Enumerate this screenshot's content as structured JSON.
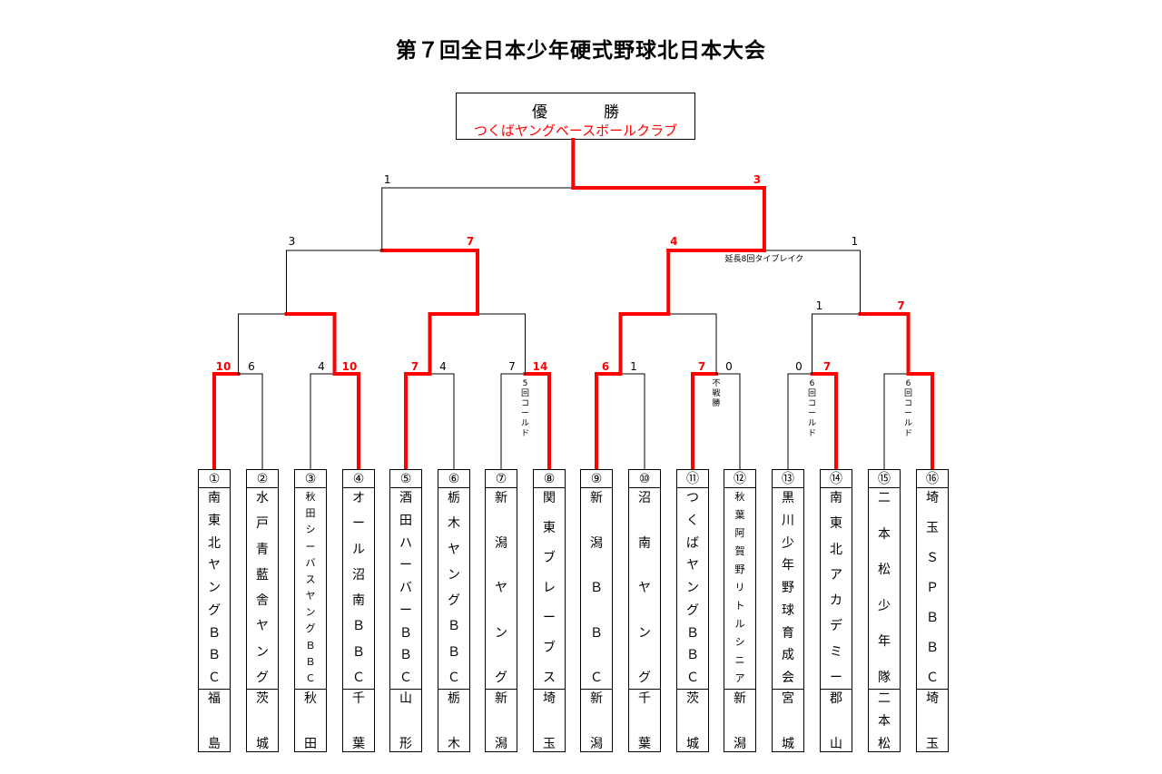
{
  "title": "第７回全日本少年硬式野球北日本大会",
  "champion": {
    "label": "優勝",
    "team": "つくばヤングベースボールクラブ"
  },
  "colors": {
    "winner": "#ff0000",
    "line": "#000000"
  },
  "teams": [
    {
      "num": "①",
      "name": "南東北ヤングＢＢＣ",
      "pref": "福島"
    },
    {
      "num": "②",
      "name": "水戸青藍舎ヤング",
      "pref": "茨城"
    },
    {
      "num": "③",
      "name": "秋田シーバスヤングＢＢＣ",
      "pref": "秋田"
    },
    {
      "num": "④",
      "name": "オール沼南ＢＢＣ",
      "pref": "千葉"
    },
    {
      "num": "⑤",
      "name": "酒田ハーバーＢＢＣ",
      "pref": "山形"
    },
    {
      "num": "⑥",
      "name": "栃木ヤングＢＢＣ",
      "pref": "栃木"
    },
    {
      "num": "⑦",
      "name": "新潟ヤング",
      "pref": "新潟"
    },
    {
      "num": "⑧",
      "name": "関東ブレーブス",
      "pref": "埼玉"
    },
    {
      "num": "⑨",
      "name": "新潟ＢＢＣ",
      "pref": "新潟"
    },
    {
      "num": "⑩",
      "name": "沼南ヤング",
      "pref": "千葉"
    },
    {
      "num": "⑪",
      "name": "つくばヤングＢＢＣ",
      "pref": "茨城"
    },
    {
      "num": "⑫",
      "name": "秋葉阿賀野リトルシニア",
      "pref": "新潟"
    },
    {
      "num": "⑬",
      "name": "黒川少年野球育成会",
      "pref": "宮城"
    },
    {
      "num": "⑭",
      "name": "南東北アカデミー",
      "pref": "郡山"
    },
    {
      "num": "⑮",
      "name": "二本松少年隊",
      "pref": "二本松"
    },
    {
      "num": "⑯",
      "name": "埼玉ＳＰＢＢＣ",
      "pref": "埼玉"
    }
  ],
  "rounds": {
    "r1": [
      {
        "score_left": "10",
        "score_right": "6",
        "winner": "left",
        "note": ""
      },
      {
        "score_left": "4",
        "score_right": "10",
        "winner": "right",
        "note": ""
      },
      {
        "score_left": "7",
        "score_right": "4",
        "winner": "left",
        "note": ""
      },
      {
        "score_left": "7",
        "score_right": "14",
        "winner": "right",
        "note": "5回コールド"
      },
      {
        "score_left": "6",
        "score_right": "1",
        "winner": "left",
        "note": ""
      },
      {
        "score_left": "7",
        "score_right": "0",
        "winner": "left",
        "note": "不戦勝"
      },
      {
        "score_left": "0",
        "score_right": "7",
        "winner": "right",
        "note": "6回コールド"
      },
      {
        "score_left": "",
        "score_right": "",
        "winner": "right",
        "note": "6回コールド"
      }
    ],
    "r2": [
      {
        "score_left": "3",
        "score_right": "7",
        "winner": "right"
      },
      {
        "score_left": "4",
        "score_right": "1",
        "winner": "left",
        "note": "延長8回タイブレイク"
      }
    ],
    "r2b": [
      {
        "score_left": "1",
        "score_right": "7",
        "winner": "right"
      }
    ],
    "semi": [
      {
        "score_left": "1",
        "score_right": "3",
        "winner": "right"
      }
    ]
  }
}
